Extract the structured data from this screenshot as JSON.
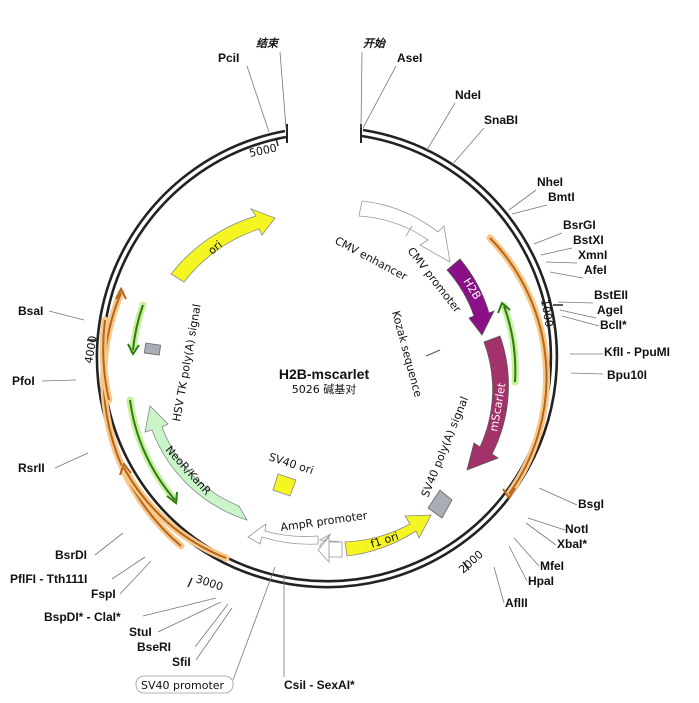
{
  "plasmid": {
    "name": "H2B-mscarlet",
    "size_text": "5026 碱基对",
    "total_bp": 5026
  },
  "markers": {
    "end_label": "结束",
    "start_label": "开始"
  },
  "ticks": [
    "1000",
    "2000",
    "3000",
    "4000",
    "5000"
  ],
  "features": [
    {
      "id": "cmv-enhancer",
      "label": "CMV enhancer",
      "color": "#ffffff"
    },
    {
      "id": "cmv-promoter",
      "label": "CMV promoter",
      "color": "#ffffff"
    },
    {
      "id": "h2b",
      "label": "H2B",
      "color": "#8b0f87"
    },
    {
      "id": "mscarlet",
      "label": "mScarlet",
      "color": "#a3326b"
    },
    {
      "id": "kozak",
      "label": "Kozak sequence",
      "color": "#555555"
    },
    {
      "id": "sv40-polya",
      "label": "SV40 poly(A) signal",
      "color": "#a9adb6"
    },
    {
      "id": "f1-ori",
      "label": "f1 ori",
      "color": "#f5f521"
    },
    {
      "id": "ampr-promoter",
      "label": "AmpR promoter",
      "color": "#ffffff"
    },
    {
      "id": "sv40-promoter",
      "label": "SV40 promoter",
      "color": "#ffffff"
    },
    {
      "id": "neor-kanr",
      "label": "NeoR/KanR",
      "color": "#c9f5c9"
    },
    {
      "id": "sv40-ori",
      "label": "SV40 ori",
      "color": "#f5f521"
    },
    {
      "id": "hsv-tk-polya",
      "label": "HSV TK poly(A) signal",
      "color": "#a9adb6"
    },
    {
      "id": "ori",
      "label": "ori",
      "color": "#f5f521"
    }
  ],
  "sites": [
    {
      "name": "PciI"
    },
    {
      "name": "AseI"
    },
    {
      "name": "NdeI"
    },
    {
      "name": "SnaBI"
    },
    {
      "name": "NheI"
    },
    {
      "name": "BmtI"
    },
    {
      "name": "BsrGI"
    },
    {
      "name": "BstXI"
    },
    {
      "name": "XmnI"
    },
    {
      "name": "AfeI"
    },
    {
      "name": "BstEII"
    },
    {
      "name": "AgeI"
    },
    {
      "name": "BclI*"
    },
    {
      "name": "KflI - PpuMI"
    },
    {
      "name": "Bpu10I"
    },
    {
      "name": "BsgI"
    },
    {
      "name": "NotI"
    },
    {
      "name": "XbaI*"
    },
    {
      "name": "MfeI"
    },
    {
      "name": "HpaI"
    },
    {
      "name": "AflII"
    },
    {
      "name": "CsiI - SexAI*"
    },
    {
      "name": "SfiI"
    },
    {
      "name": "BseRI"
    },
    {
      "name": "StuI"
    },
    {
      "name": "BspDI* - ClaI*"
    },
    {
      "name": "FspI"
    },
    {
      "name": "PflFI - Tth111I"
    },
    {
      "name": "BsrDI"
    },
    {
      "name": "RsrII"
    },
    {
      "name": "PfoI"
    },
    {
      "name": "BsaI"
    }
  ],
  "colors": {
    "backbone": "#222222",
    "orf_line": "#2e7d10",
    "orf_highlight": "#c8f0a0",
    "orange_line": "#b5651d",
    "orange_highlight": "#f7c88a"
  }
}
